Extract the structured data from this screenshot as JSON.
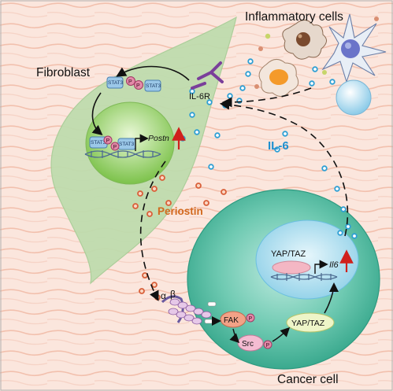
{
  "labels": {
    "inflammatory_cells": "Inflammatory cells",
    "fibroblast": "Fibroblast",
    "il6r": "IL-6R",
    "il6": "IL-6",
    "periostin": "Periostin",
    "cancer_cell": "Cancer cell",
    "stat3": "STAT3",
    "phospho": "P",
    "postn": "Postn",
    "yap_taz": "YAP/TAZ",
    "il6_gene": "Il6",
    "integrin_alpha": "α",
    "integrin_beta": "β",
    "fak": "FAK",
    "src": "Src"
  },
  "colors": {
    "background_fiber": "#f4c9b8",
    "fibroblast": "#bcdcac",
    "fibroblast_nucleus": "#9fd06a",
    "cancer_cell": "#5cc2a8",
    "cancer_nucleus": "#b9e3f2",
    "il6_dot": "#3aa8d8",
    "periostin_dot": "#e07a5a",
    "il6_text": "#1e90d0",
    "periostin_text": "#d2691e",
    "upregulation_arrow": "#d0201c",
    "receptor": "#7a3f9a"
  }
}
